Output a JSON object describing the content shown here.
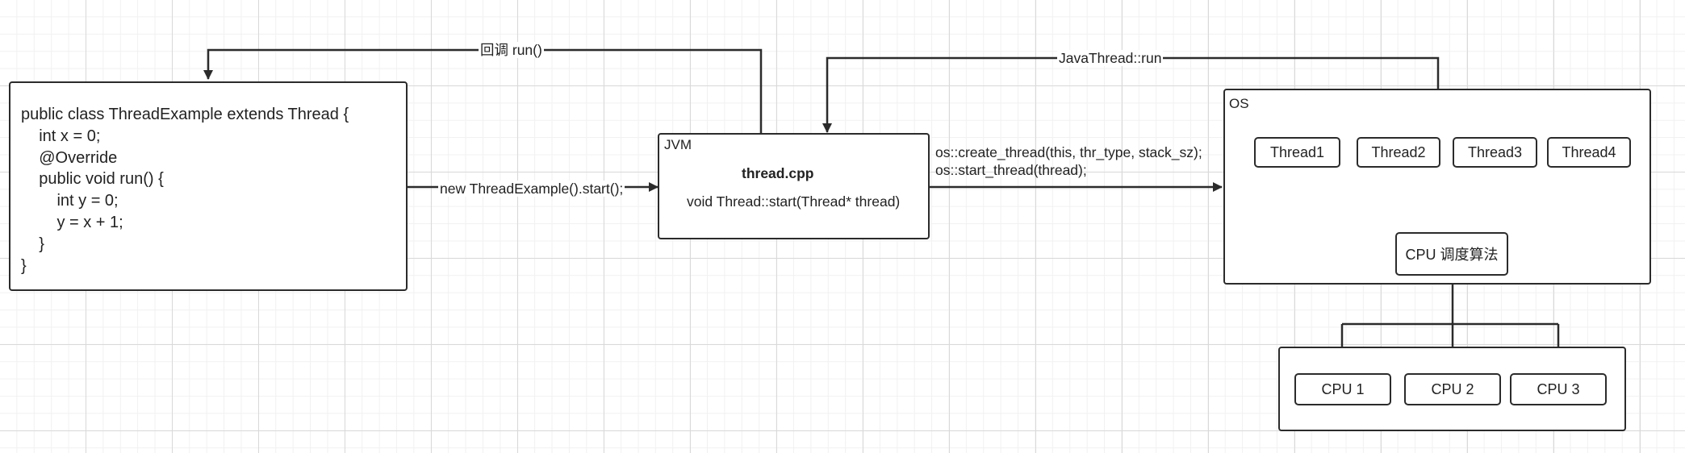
{
  "colors": {
    "stroke": "#2b2b2b",
    "grid": "#d9d9d9",
    "background": "#ffffff"
  },
  "code_block": {
    "lines": [
      "public class ThreadExample extends Thread {",
      "    int x = 0;",
      "    @Override",
      "    public void run() {",
      "        int y = 0;",
      "        y = x + 1;",
      "    }",
      "}"
    ]
  },
  "jvm": {
    "label": "JVM",
    "file": "thread.cpp",
    "method": "void Thread::start(Thread* thread)"
  },
  "os": {
    "label": "OS",
    "threads": [
      "Thread1",
      "Thread2",
      "Thread3",
      "Thread4"
    ],
    "scheduler": "CPU 调度算法"
  },
  "cpus": [
    "CPU 1",
    "CPU 2",
    "CPU 3"
  ],
  "edges": {
    "callback_run": "回调 run()",
    "java_thread_run": "JavaThread::run",
    "new_start": "new ThreadExample().start();",
    "os_calls": [
      "os::create_thread(this, thr_type, stack_sz);",
      "os::start_thread(thread);"
    ]
  }
}
